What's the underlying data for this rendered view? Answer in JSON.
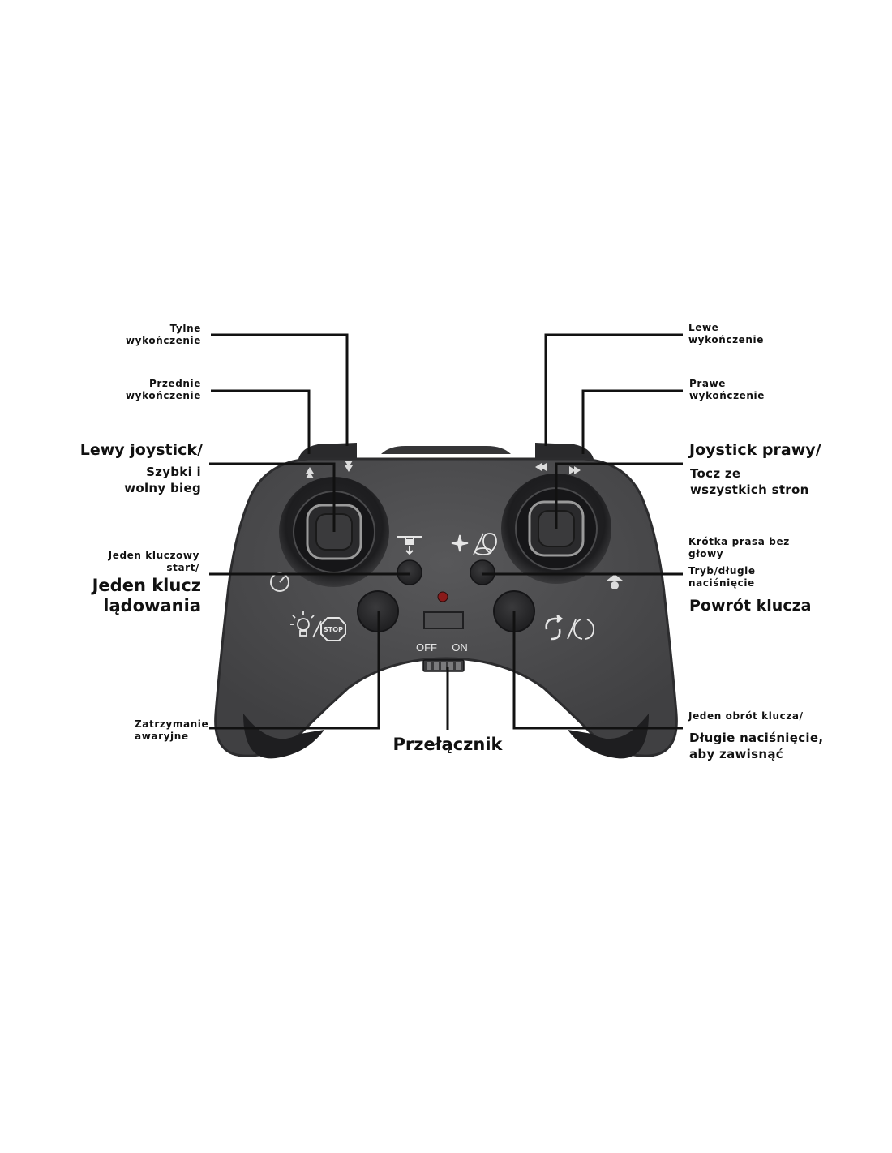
{
  "controller": {
    "switch_off": "OFF",
    "switch_on": "ON",
    "stop_icon_text": "STOP"
  },
  "labels": {
    "rear_trim": [
      "Tylne",
      "wykończenie"
    ],
    "front_trim": [
      "Przednie",
      "wykończenie"
    ],
    "left_joystick": "Lewy joystick/",
    "speed": [
      "Szybki i",
      "wolny bieg"
    ],
    "takeoff": [
      "Jeden kluczowy",
      "start/"
    ],
    "landing": [
      "Jeden klucz",
      "lądowania"
    ],
    "emergency_stop": [
      "Zatrzymanie",
      "awaryjne"
    ],
    "power_switch": "Przełącznik",
    "left_trim": [
      "Lewe",
      "wykończenie"
    ],
    "right_trim": [
      "Prawe",
      "wykończenie"
    ],
    "right_joystick": "Joystick prawy/",
    "roll": [
      "Tocz ze",
      "wszystkich stron"
    ],
    "headless": [
      "Krótka prasa bez",
      "głowy"
    ],
    "mode": [
      "Tryb/długie",
      "naciśnięcie"
    ],
    "return_key": "Powrót klucza",
    "rotation": "Jeden obrót klucza/",
    "hover": [
      "Długie naciśnięcie,",
      "aby zawisnąć"
    ]
  },
  "colors": {
    "body": "#4a4a4c",
    "body_edge": "#2c2c2e",
    "grip": "#202022",
    "leader_line": "#111111",
    "led": "#8a1a1a"
  },
  "icons": [
    "takeoff-drone-icon",
    "compass-icon",
    "location-icon",
    "light-icon",
    "stop-icon",
    "rotate-icon",
    "return-icon",
    "arrow-up-icon",
    "arrow-down-icon",
    "arrow-left-icon",
    "arrow-right-icon"
  ]
}
